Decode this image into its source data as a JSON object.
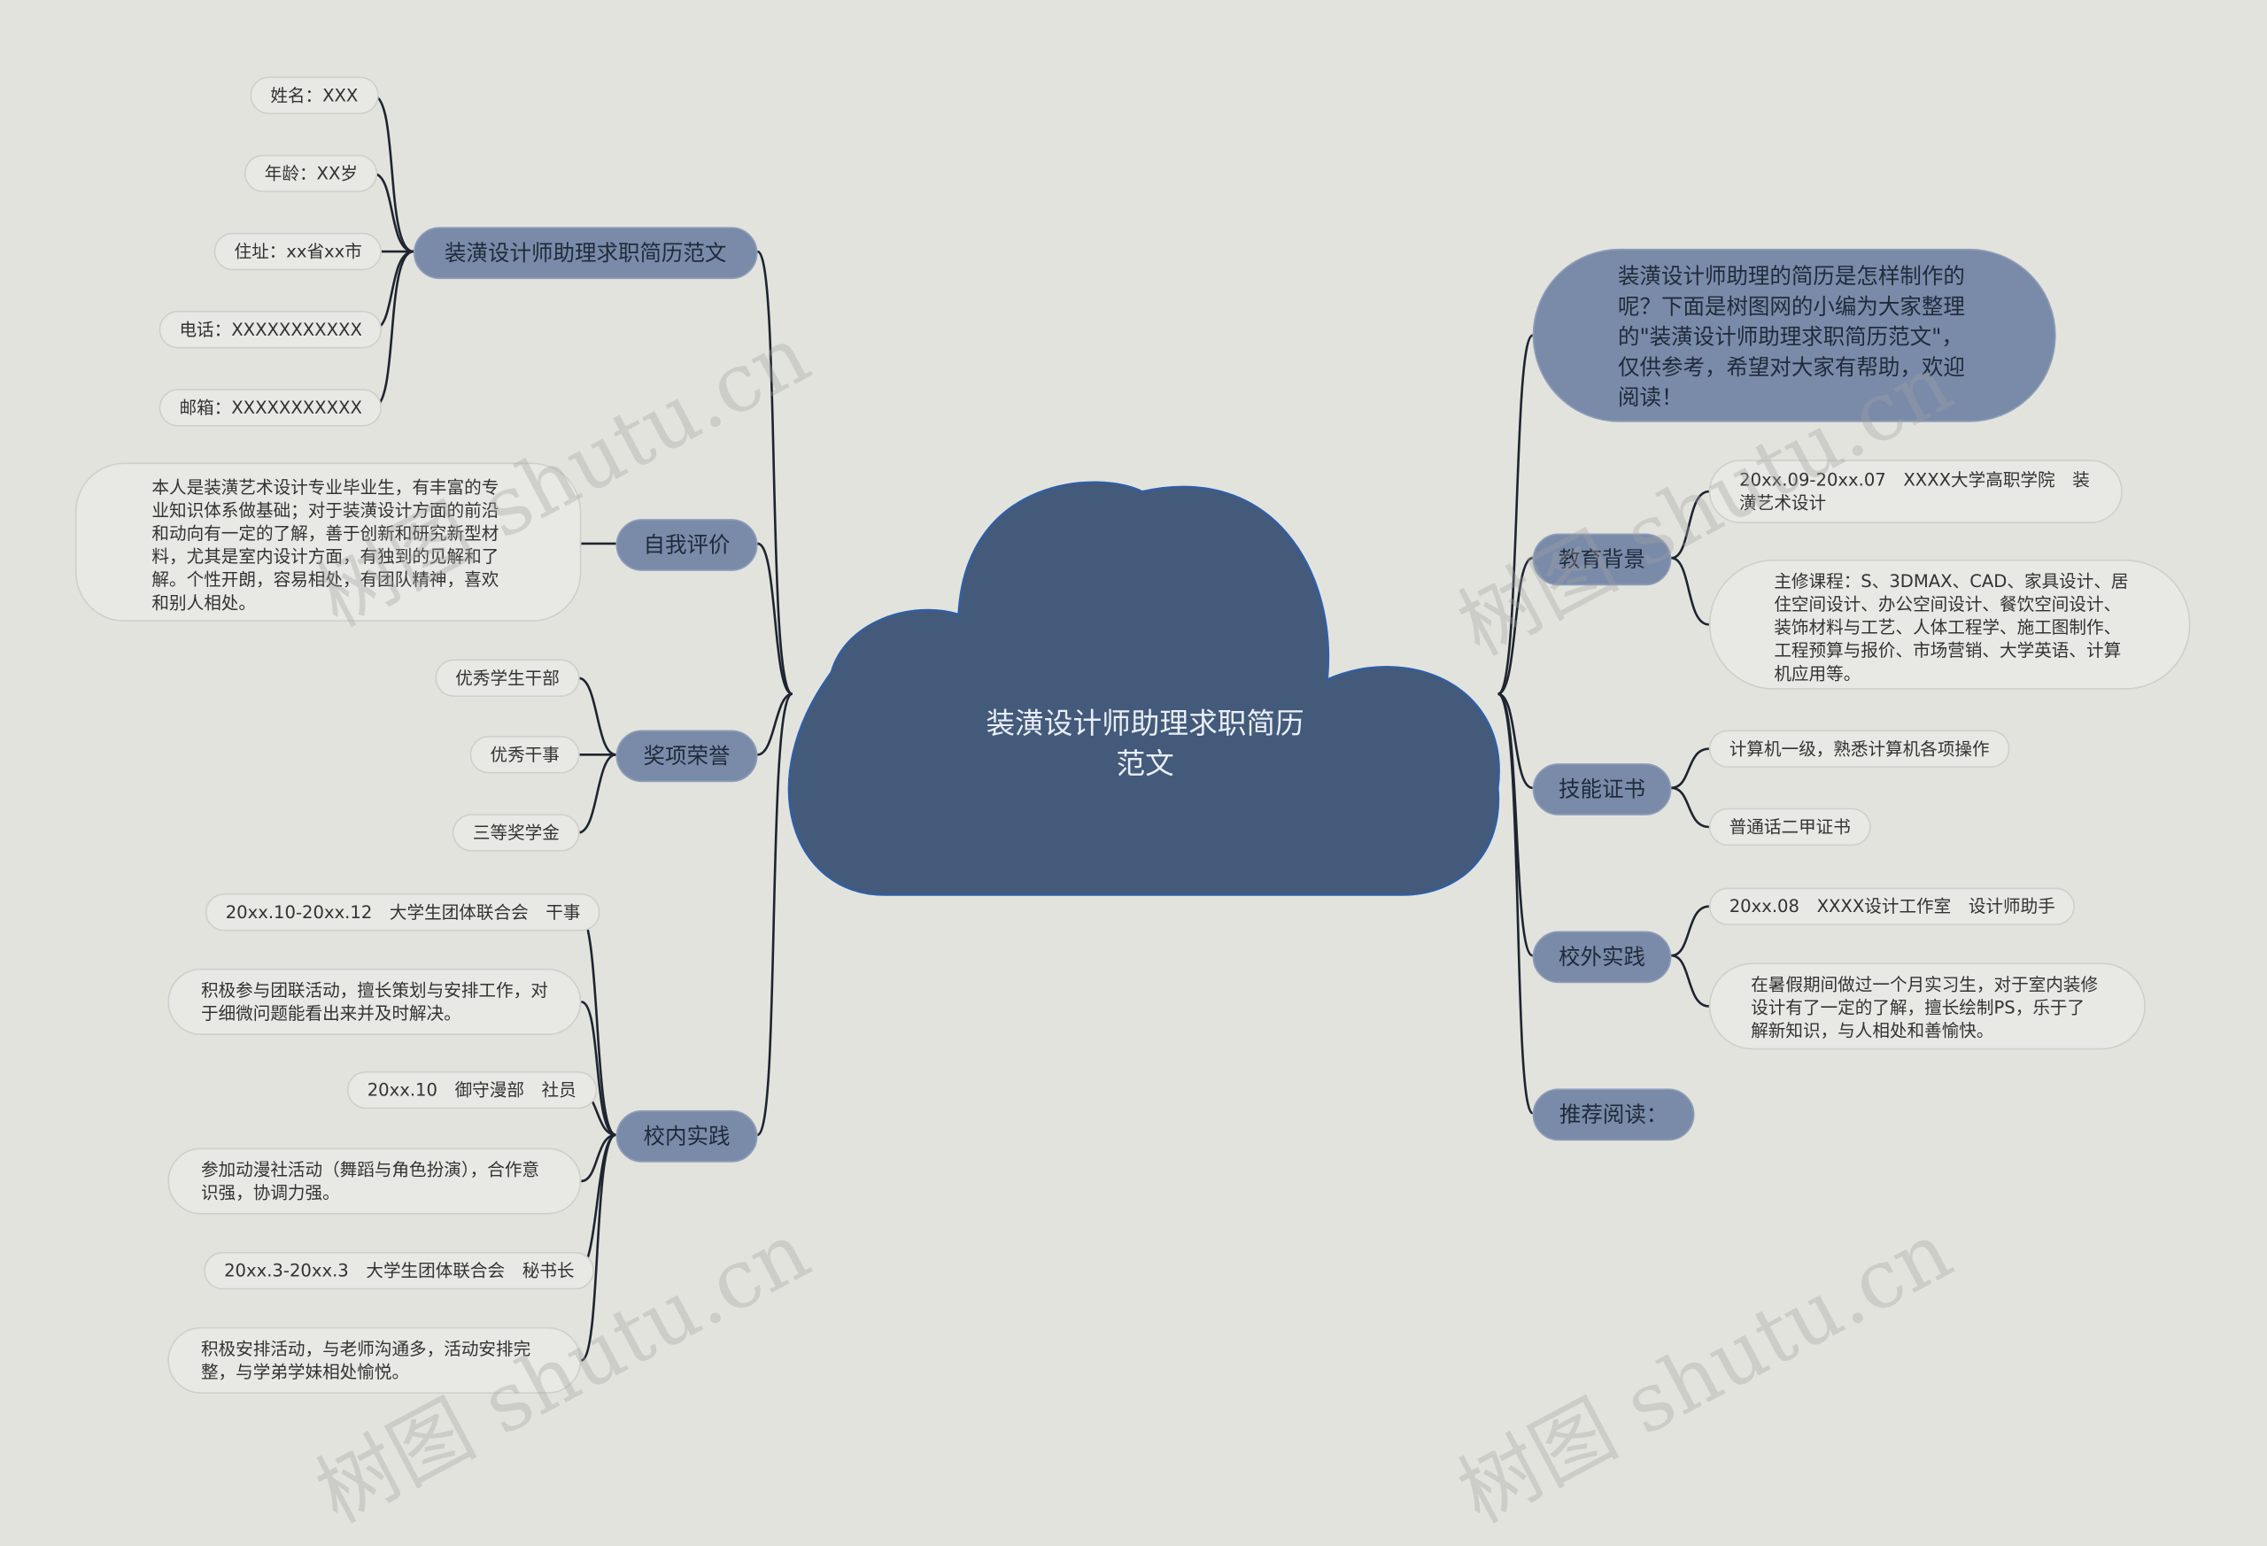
{
  "center": {
    "title_line1": "装潢设计师助理求职简历",
    "title_line2": "范文"
  },
  "intro": {
    "text": "装潢设计师助理的简历是怎样制作的呢？下面是树图网的小编为大家整理的\"装潢设计师助理求职简历范文\"，仅供参考，希望对大家有帮助，欢迎阅读！"
  },
  "left": {
    "basic": {
      "label": "装潢设计师助理求职简历范文",
      "items": [
        "姓名：XXX",
        "年龄：XX岁",
        "住址：xx省xx市",
        "电话：XXXXXXXXXXX",
        "邮箱：XXXXXXXXXXX"
      ]
    },
    "self": {
      "label": "自我评价",
      "text": "本人是装潢艺术设计专业毕业生，有丰富的专业知识体系做基础；对于装潢设计方面的前沿和动向有一定的了解，善于创新和研究新型材料，尤其是室内设计方面，有独到的见解和了解。个性开朗，容易相处，有团队精神，喜欢和别人相处。"
    },
    "awards": {
      "label": "奖项荣誉",
      "items": [
        "优秀学生干部",
        "优秀干事",
        "三等奖学金"
      ]
    },
    "campus": {
      "label": "校内实践",
      "items": [
        "20xx.10-20xx.12　大学生团体联合会　干事",
        "积极参与团联活动，擅长策划与安排工作，对于细微问题能看出来并及时解决。",
        "20xx.10　御守漫部　社员",
        "参加动漫社活动（舞蹈与角色扮演），合作意识强，协调力强。",
        "20xx.3-20xx.3　大学生团体联合会　秘书长",
        "积极安排活动，与老师沟通多，活动安排完整，与学弟学妹相处愉悦。"
      ]
    }
  },
  "right": {
    "edu": {
      "label": "教育背景",
      "items": [
        "20xx.09-20xx.07　XXXX大学高职学院　装潢艺术设计",
        "主修课程：S、3DMAX、CAD、家具设计、居住空间设计、办公空间设计、餐饮空间设计、装饰材料与工艺、人体工程学、施工图制作、工程预算与报价、市场营销、大学英语、计算机应用等。"
      ]
    },
    "skills": {
      "label": "技能证书",
      "items": [
        "计算机一级，熟悉计算机各项操作",
        "普通话二甲证书"
      ]
    },
    "outside": {
      "label": "校外实践",
      "items": [
        "20xx.08　XXXX设计工作室　设计师助手",
        "在暑假期间做过一个月实习生，对于室内装修设计有了一定的了解，擅长绘制PS，乐于了解新知识，与人相处和善愉快。"
      ]
    },
    "recommend": {
      "label": "推荐阅读："
    }
  },
  "watermark": "树图 shutu.cn",
  "colors": {
    "background": "#e3e3de",
    "cloud": "#435a7a",
    "branch": "#7a8ba9",
    "line": "#1e2530"
  }
}
